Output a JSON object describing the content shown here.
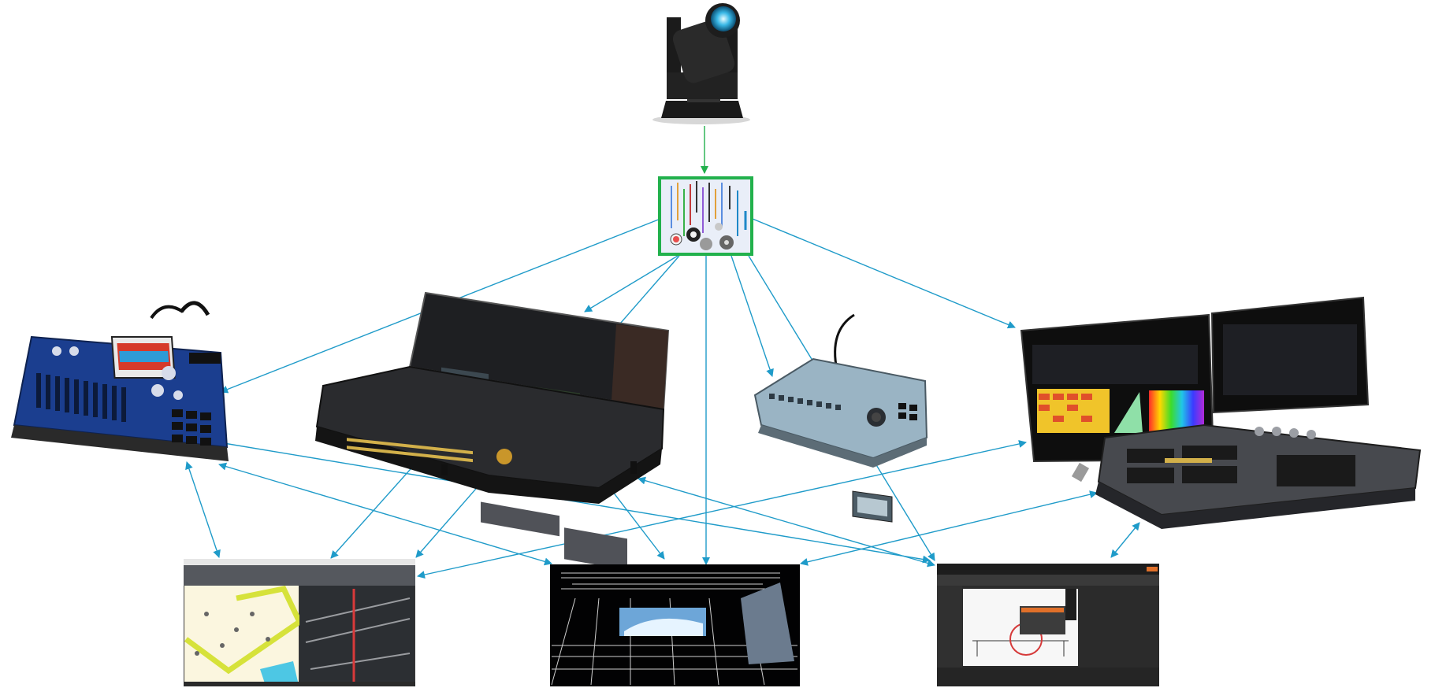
{
  "diagram": {
    "title": "",
    "colors": {
      "arrow": "#1f9bc9",
      "library_border": "#22b14c",
      "fixture_arrow": "#22b14c"
    },
    "nodes": [
      {
        "id": "moving-head-fixture",
        "kind": "fixture"
      },
      {
        "id": "fixture-library",
        "kind": "library"
      },
      {
        "id": "blue-console",
        "kind": "console"
      },
      {
        "id": "large-console",
        "kind": "console"
      },
      {
        "id": "small-console",
        "kind": "console"
      },
      {
        "id": "dual-monitor-console",
        "kind": "console"
      },
      {
        "id": "cad-software",
        "kind": "software"
      },
      {
        "id": "visualizer-software",
        "kind": "software"
      },
      {
        "id": "dark-software",
        "kind": "software"
      }
    ],
    "edges": [
      {
        "from": "moving-head-fixture",
        "to": "fixture-library",
        "dir": "forward"
      },
      {
        "from": "fixture-library",
        "to": "blue-console",
        "dir": "forward"
      },
      {
        "from": "fixture-library",
        "to": "large-console",
        "dir": "forward"
      },
      {
        "from": "fixture-library",
        "to": "small-console",
        "dir": "forward"
      },
      {
        "from": "fixture-library",
        "to": "dual-monitor-console",
        "dir": "forward"
      },
      {
        "from": "fixture-library",
        "to": "cad-software",
        "dir": "forward"
      },
      {
        "from": "fixture-library",
        "to": "visualizer-software",
        "dir": "forward"
      },
      {
        "from": "fixture-library",
        "to": "dark-software",
        "dir": "forward"
      },
      {
        "from": "blue-console",
        "to": "cad-software",
        "dir": "both"
      },
      {
        "from": "blue-console",
        "to": "visualizer-software",
        "dir": "both"
      },
      {
        "from": "blue-console",
        "to": "dark-software",
        "dir": "both"
      },
      {
        "from": "large-console",
        "to": "cad-software",
        "dir": "both"
      },
      {
        "from": "large-console",
        "to": "visualizer-software",
        "dir": "both"
      },
      {
        "from": "large-console",
        "to": "dark-software",
        "dir": "both"
      },
      {
        "from": "dual-monitor-console",
        "to": "cad-software",
        "dir": "both"
      },
      {
        "from": "dual-monitor-console",
        "to": "visualizer-software",
        "dir": "both"
      },
      {
        "from": "dual-monitor-console",
        "to": "dark-software",
        "dir": "both"
      }
    ]
  }
}
